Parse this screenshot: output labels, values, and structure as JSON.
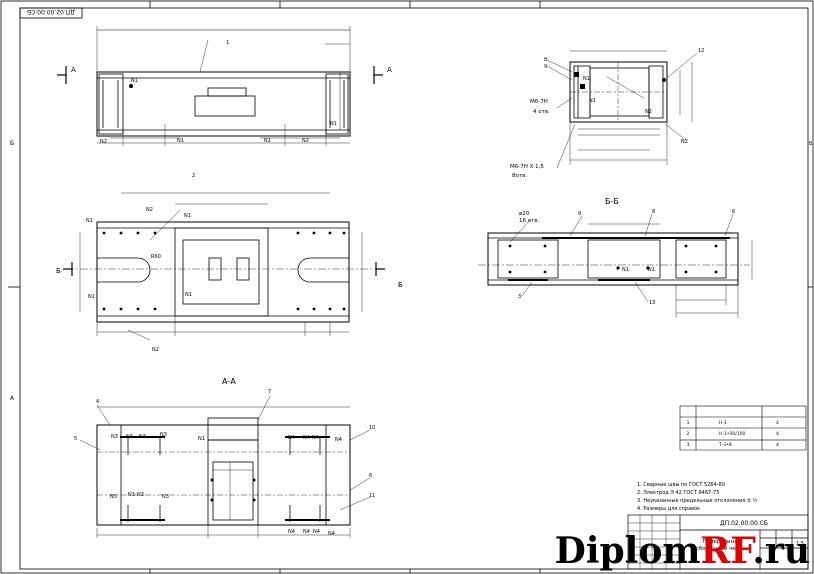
{
  "drawing": {
    "code_rotated": "ДП.02.00.00.СБ",
    "code": "ДП.02.00.00.СБ",
    "section_a": "А",
    "section_b": "Б",
    "view_aa": "А-А",
    "view_bb": "Б-Б",
    "zone_b": "Б",
    "zone_a": "А",
    "scale": "1:5",
    "name_1": "Поперечина",
    "name_2": "сборочный черт.",
    "name_3": "..."
  },
  "welds": {
    "n1": "N1",
    "n2": "N2",
    "n3": "N3",
    "n4": "N4"
  },
  "callouts": {
    "p1": "1",
    "p2": "2",
    "p3": "3",
    "p4": "4",
    "p5": "5",
    "p6": "6",
    "p7": "7",
    "p8": "8",
    "p9": "9",
    "p10": "10",
    "p11": "11",
    "p12": "12",
    "p13": "13"
  },
  "annotations": {
    "m6th": "M6-7H",
    "m6th_count": "4 отв.",
    "m6th_15": "M6-7H X 1,5",
    "m6th_15_count": "8отв.",
    "hole_d": "⌀20",
    "hole_count": "16 отв.",
    "r60": "R60"
  },
  "weld_table": [
    {
      "no": "1",
      "desig": "Н-1",
      "count": "4"
    },
    {
      "no": "2",
      "desig": "Н-1•30/100",
      "count": "4"
    },
    {
      "no": "3",
      "desig": "Т-3•8",
      "count": "4"
    }
  ],
  "notes": [
    "1. Сварные швы по ГОСТ 5264-80",
    "2. Электрод Э 42 ГОСТ 9467-75",
    "3. Неуказанные предельные отклонения ± ½",
    "4. Размеры для справок"
  ],
  "watermark": {
    "text_a": "Diplom",
    "text_b": "RF",
    "text_c": ".ru"
  }
}
